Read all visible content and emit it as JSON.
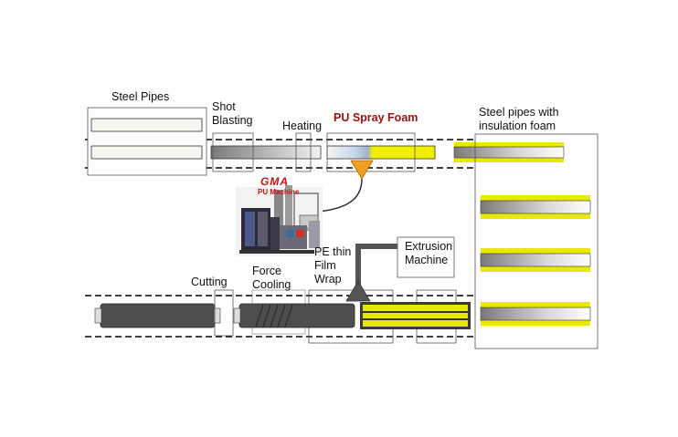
{
  "labels": {
    "steel_pipes": "Steel Pipes",
    "shot_blasting": "Shot\nBlasting",
    "heating": "Heating",
    "pu_spray_foam": "PU Spray Foam",
    "steel_pipes_with_foam": "Steel pipes with\ninsulation foam",
    "logo": "GMA",
    "pu_machine": "PU Machine",
    "pe_thin_film_wrap": "PE thin\nFilm\nWrap",
    "extrusion_machine": "Extrusion\nMachine",
    "cutting": "Cutting",
    "force_cooling": "Force\nCooling"
  },
  "colors": {
    "foam_yellow": "#e8e800",
    "pe_gray": "#4a4a4a",
    "spray_orange": "#f0a020",
    "pipe_light": "#f6f6ee",
    "label_red": "#a01010"
  }
}
